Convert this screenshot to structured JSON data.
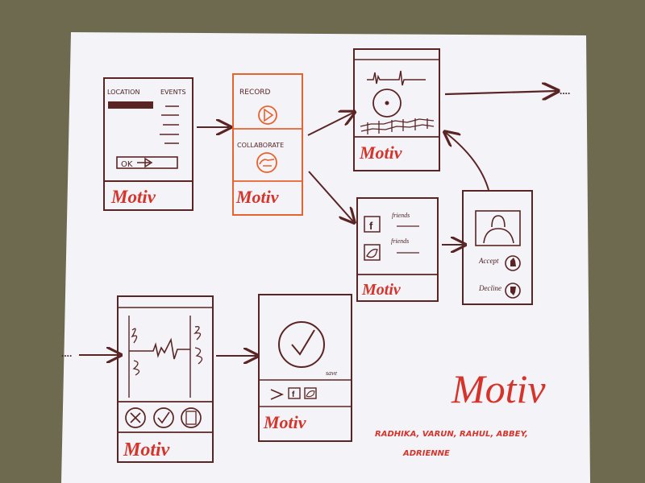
{
  "colors": {
    "wall": "#6e6a4f",
    "paper": "#f4f3f7",
    "ink_brown": "#5a2424",
    "ink_red": "#d6332a",
    "ink_orange": "#e8622d"
  },
  "screen1": {
    "location_label": "LOCATION",
    "events_label": "EVENTS",
    "ok_label": "OK",
    "logo": "Motiv"
  },
  "screen2": {
    "record_label": "RECORD",
    "collaborate_label": "COLLABORATE",
    "logo": "Motiv"
  },
  "screen3": {
    "logo": "Motiv"
  },
  "screen4": {
    "friends_label_1": "friends",
    "friends_label_2": "friends",
    "logo": "Motiv"
  },
  "screen5": {
    "accept_label": "Accept",
    "decline_label": "Decline"
  },
  "screen6": {
    "logo": "Motiv"
  },
  "screen7": {
    "save_label": "save",
    "facebook_glyph": "f",
    "logo": "Motiv"
  },
  "brand": {
    "logo": "Motiv",
    "credits_line_1": "RADHIKA, VARUN, RAHUL, ABBEY,",
    "credits_line_2": "ADRIENNE"
  },
  "continuation": {
    "right_dots": "....",
    "left_dots": "...."
  },
  "icons": [
    "play-icon",
    "hand-icon",
    "record-button-icon",
    "facebook-icon",
    "twitter-icon",
    "person-icon",
    "thumbs-up-icon",
    "thumbs-down-icon",
    "reject-icon",
    "approve-icon",
    "share-icon",
    "checkmark-icon"
  ]
}
